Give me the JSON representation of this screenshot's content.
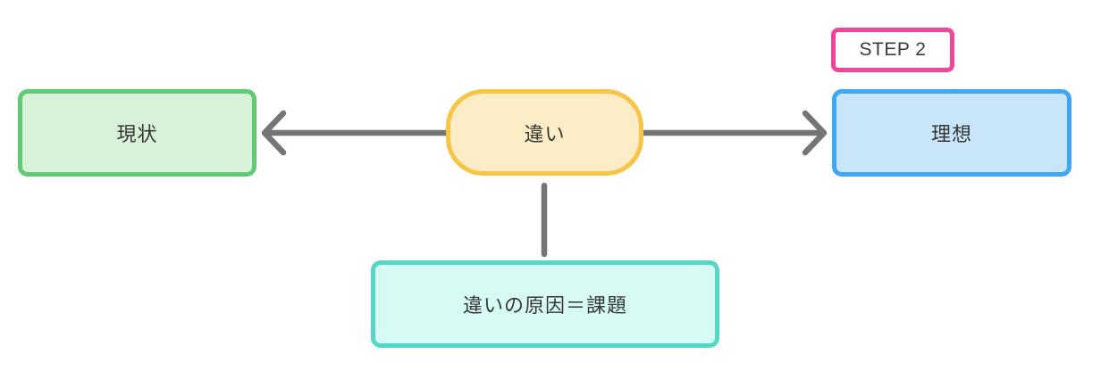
{
  "diagram": {
    "background": "#FFFFFF",
    "text_color": "#373737",
    "connector_color": "#757575",
    "step_badge": {
      "label": "STEP 2",
      "border_color": "#F0459E",
      "fill": "#FFFFFF"
    },
    "nodes": {
      "current": {
        "label": "現状",
        "border_color": "#5FCC74",
        "fill": "#D8F2DA"
      },
      "difference": {
        "label": "違い",
        "border_color": "#F8C445",
        "fill": "#FCEDC6"
      },
      "ideal": {
        "label": "理想",
        "border_color": "#40A6F6",
        "fill": "#C8E5FA"
      },
      "cause": {
        "label": "違いの原因＝課題",
        "border_color": "#54D7C9",
        "fill": "#D6FAF4"
      }
    },
    "connectors": {
      "left_arrow": "difference-to-current",
      "right_arrow": "difference-to-ideal",
      "down_line": "difference-to-cause"
    }
  }
}
